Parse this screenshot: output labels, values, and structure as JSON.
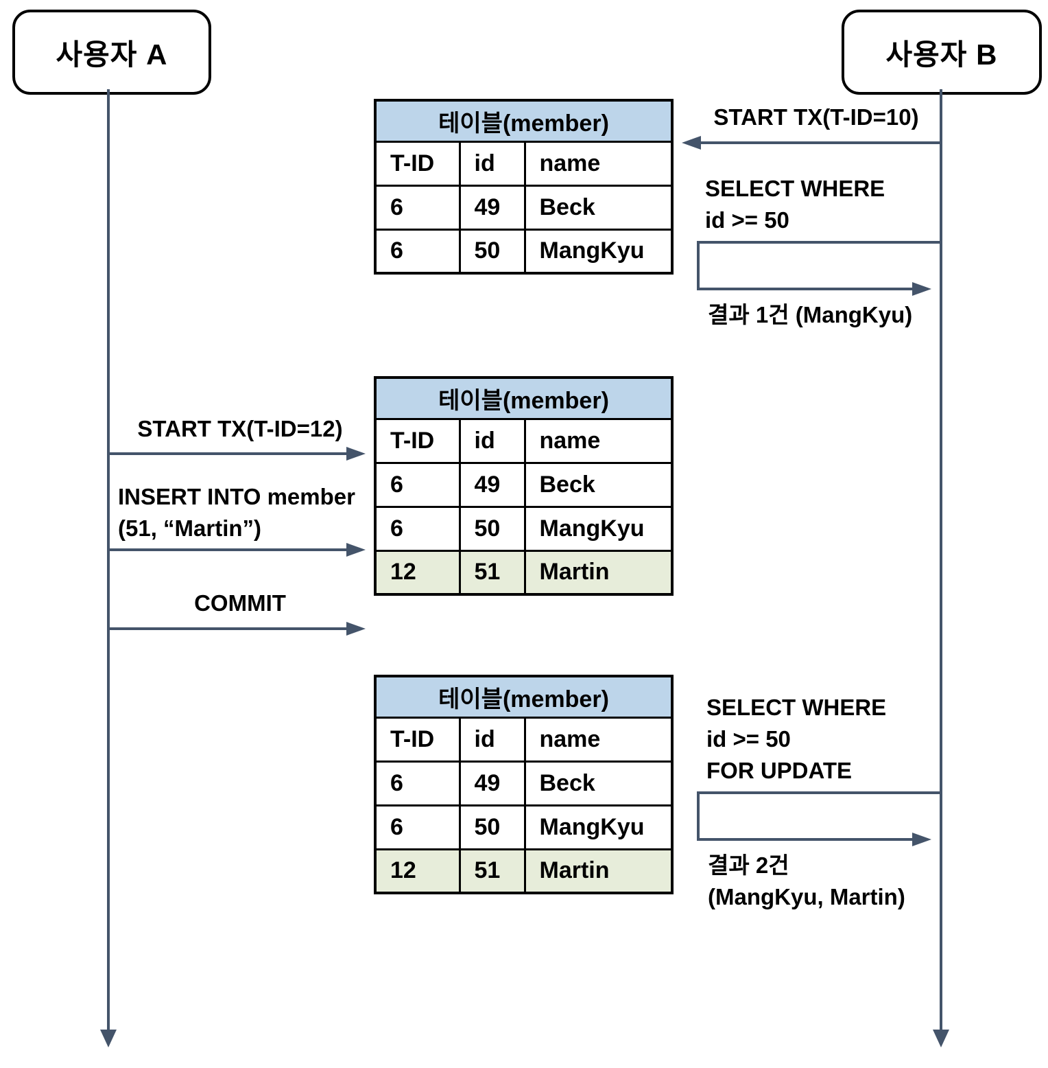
{
  "actors": {
    "a": "사용자 A",
    "b": "사용자 B"
  },
  "colors": {
    "table_header_blue": "#bdd5ea",
    "row_highlight_green": "#e7edda",
    "arrow_line": "#44546a",
    "border_black": "#000000"
  },
  "tables": [
    {
      "title": "테이블(member)",
      "columns": [
        "T-ID",
        "id",
        "name"
      ],
      "rows": [
        [
          "6",
          "49",
          "Beck"
        ],
        [
          "6",
          "50",
          "MangKyu"
        ]
      ]
    },
    {
      "title": "테이블(member)",
      "columns": [
        "T-ID",
        "id",
        "name"
      ],
      "rows": [
        [
          "6",
          "49",
          "Beck"
        ],
        [
          "6",
          "50",
          "MangKyu"
        ],
        [
          "12",
          "51",
          "Martin"
        ]
      ],
      "highlighted_row": "12 / 51 / Martin"
    },
    {
      "title": "테이블(member)",
      "columns": [
        "T-ID",
        "id",
        "name"
      ],
      "rows": [
        [
          "6",
          "49",
          "Beck"
        ],
        [
          "6",
          "50",
          "MangKyu"
        ],
        [
          "12",
          "51",
          "Martin"
        ]
      ],
      "highlighted_row": "12 / 51 / Martin"
    }
  ],
  "messages": {
    "b_start_tx": "START TX(T-ID=10)",
    "b_select_line1": "SELECT WHERE",
    "b_select_line2": "id >= 50",
    "b_result1": "결과 1건 (MangKyu)",
    "a_start_tx": "START TX(T-ID=12)",
    "a_insert_line1": "INSERT INTO member",
    "a_insert_line2": "(51, “Martin”)",
    "a_commit": "COMMIT",
    "b_select_upd_line1": "SELECT WHERE",
    "b_select_upd_line2": "id >= 50",
    "b_select_upd_line3": "FOR UPDATE",
    "b_result2_line1": "결과 2건",
    "b_result2_line2": "(MangKyu, Martin)"
  }
}
